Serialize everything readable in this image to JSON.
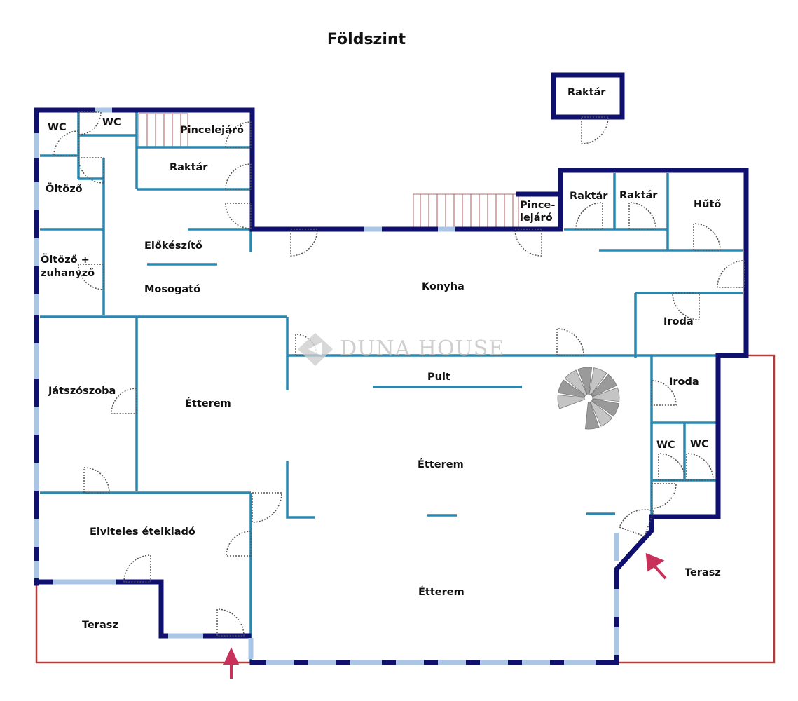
{
  "title": "Földszint",
  "watermark": "DUNA HOUSE",
  "colors": {
    "outer_wall": "#10106e",
    "inner_wall": "#2a88b0",
    "window": "#a9c6e6",
    "terrace": "#b23b3b",
    "arrow": "#c8325a"
  },
  "rooms": [
    {
      "id": "wc1",
      "label": "WC"
    },
    {
      "id": "wc2",
      "label": "WC"
    },
    {
      "id": "pincelejaro1",
      "label": "Pincelejáró"
    },
    {
      "id": "raktar1",
      "label": "Raktár"
    },
    {
      "id": "oltozo",
      "label": "Öltöző"
    },
    {
      "id": "oltozo_zuhany_1",
      "label": "Öltöző +"
    },
    {
      "id": "oltozo_zuhany_2",
      "label": "zuhanyző"
    },
    {
      "id": "elokeszito",
      "label": "Előkészítő"
    },
    {
      "id": "mosogato",
      "label": "Mosogató"
    },
    {
      "id": "raktar_top",
      "label": "Raktár"
    },
    {
      "id": "pince2_1",
      "label": "Pince-"
    },
    {
      "id": "pince2_2",
      "label": "lejáró"
    },
    {
      "id": "raktar2",
      "label": "Raktár"
    },
    {
      "id": "raktar3",
      "label": "Raktár"
    },
    {
      "id": "huto",
      "label": "Hűtő"
    },
    {
      "id": "konyha",
      "label": "Konyha"
    },
    {
      "id": "iroda1",
      "label": "Iroda"
    },
    {
      "id": "iroda2",
      "label": "Iroda"
    },
    {
      "id": "pult",
      "label": "Pult"
    },
    {
      "id": "jatszoszoba",
      "label": "Játszószoba"
    },
    {
      "id": "etterem1",
      "label": "Étterem"
    },
    {
      "id": "etterem2",
      "label": "Étterem"
    },
    {
      "id": "wc3",
      "label": "WC"
    },
    {
      "id": "wc4",
      "label": "WC"
    },
    {
      "id": "elviteles",
      "label": "Elviteles ételkiadó"
    },
    {
      "id": "etterem3",
      "label": "Étterem"
    },
    {
      "id": "terasz1",
      "label": "Terasz"
    },
    {
      "id": "terasz2",
      "label": "Terasz"
    }
  ]
}
